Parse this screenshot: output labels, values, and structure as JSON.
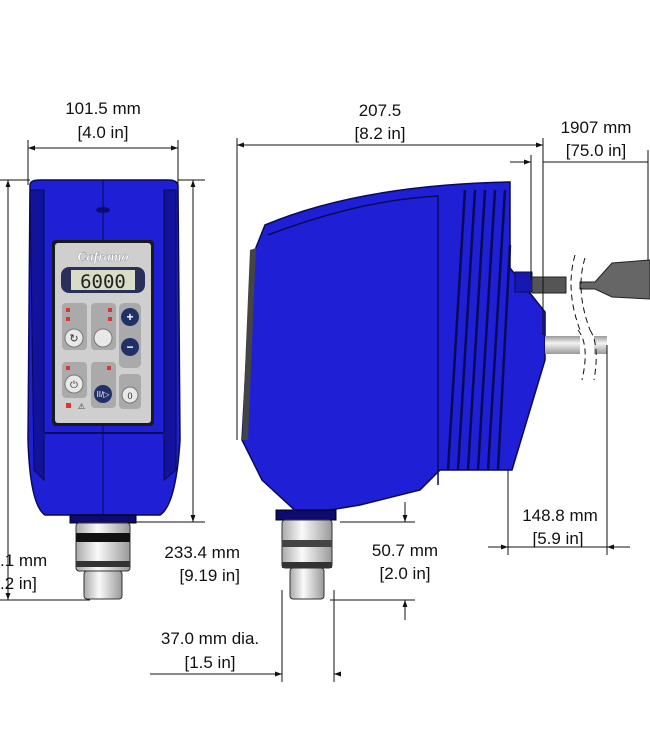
{
  "product": {
    "brand": "Caframo",
    "display_reading": "6000"
  },
  "dimensions": {
    "width": {
      "mm": "101.5 mm",
      "in": "[4.0 in]"
    },
    "overall_height": {
      "mm": ".1 mm",
      "in": ".2 in]"
    },
    "body_height": {
      "mm": "233.4 mm",
      "in": "[9.19 in]"
    },
    "depth": {
      "mm": "207.5",
      "in": "[8.2 in]"
    },
    "cord_length": {
      "mm": "1907 mm",
      "in": "[75.0 in]"
    },
    "rod_offset": {
      "mm": "148.8 mm",
      "in": "[5.9 in]"
    },
    "chuck_height": {
      "mm": "50.7 mm",
      "in": "[2.0 in]"
    },
    "chuck_diameter": {
      "mm": "37.0 mm dia.",
      "in": "[1.5 in]"
    }
  },
  "colors": {
    "body": "#1f1fd6",
    "panel": "#c9c9c9"
  }
}
